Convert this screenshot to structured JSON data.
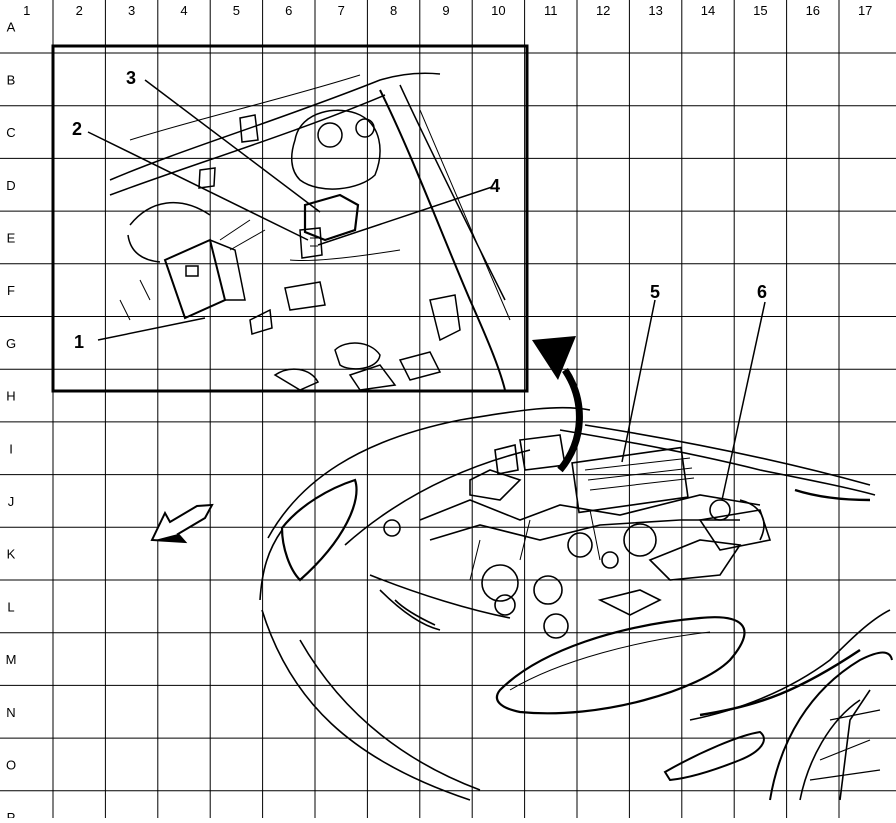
{
  "grid": {
    "columns": [
      "1",
      "2",
      "3",
      "4",
      "5",
      "6",
      "7",
      "8",
      "9",
      "10",
      "11",
      "12",
      "13",
      "14",
      "15",
      "16",
      "17"
    ],
    "rows": [
      "A",
      "B",
      "C",
      "D",
      "E",
      "F",
      "G",
      "H",
      "I",
      "J",
      "K",
      "L",
      "M",
      "N",
      "O",
      "P"
    ]
  },
  "callouts": [
    {
      "id": "1",
      "text": "1"
    },
    {
      "id": "2",
      "text": "2"
    },
    {
      "id": "3",
      "text": "3"
    },
    {
      "id": "4",
      "text": "4"
    },
    {
      "id": "5",
      "text": "5"
    },
    {
      "id": "6",
      "text": "6"
    }
  ],
  "icons": {
    "front_arrow": "direction-arrow-icon",
    "zoom_arrow": "curved-zoom-arrow-icon"
  },
  "colors": {
    "line": "#000000",
    "background": "#ffffff"
  }
}
